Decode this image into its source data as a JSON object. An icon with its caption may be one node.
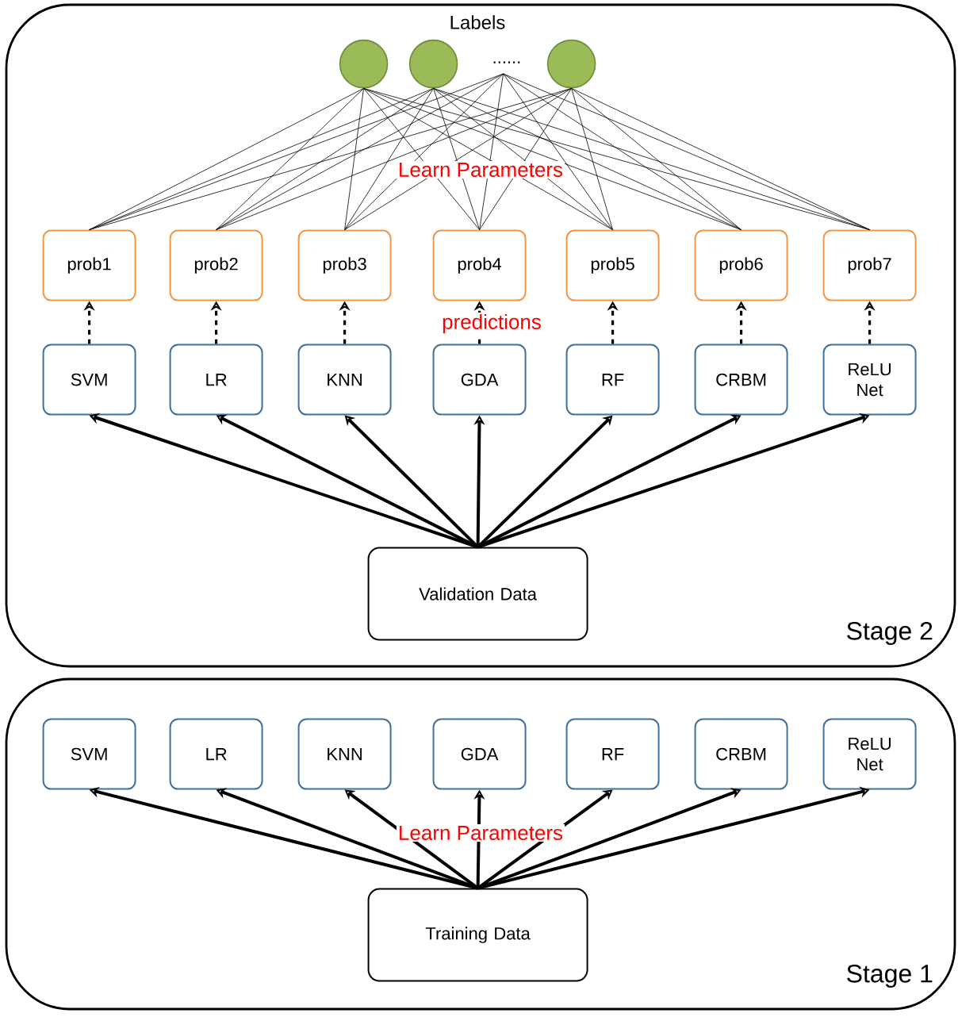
{
  "diagram": {
    "nodes": [
      {
        "text": [
          "Stage 2"
        ]
      },
      {
        "text": [],
        "shape": "circle",
        "in": 0
      },
      {
        "text": [],
        "shape": "circle",
        "in": 0
      },
      {
        "text": [
          "......"
        ],
        "in": 0
      },
      {
        "text": [],
        "shape": "circle",
        "in": 0
      },
      {
        "text": [
          "prob1"
        ],
        "in": 0
      },
      {
        "text": [
          "prob2"
        ],
        "in": 0
      },
      {
        "text": [
          "prob3"
        ],
        "in": 0
      },
      {
        "text": [
          "prob4"
        ],
        "in": 0
      },
      {
        "text": [
          "prob5"
        ],
        "in": 0
      },
      {
        "text": [
          "prob6"
        ],
        "in": 0
      },
      {
        "text": [
          "prob7"
        ],
        "in": 0
      },
      {
        "text": [
          "SVM"
        ],
        "in": 0
      },
      {
        "text": [
          "LR"
        ],
        "in": 0
      },
      {
        "text": [
          "KNN"
        ],
        "in": 0
      },
      {
        "text": [
          "GDA"
        ],
        "in": 0
      },
      {
        "text": [
          "RF"
        ],
        "in": 0
      },
      {
        "text": [
          "CRBM"
        ],
        "in": 0
      },
      {
        "text": [
          "ReLU Net"
        ],
        "in": 0
      },
      {
        "text": [
          "Validation Data"
        ],
        "in": 0
      },
      {
        "text": [
          "Stage 1"
        ]
      },
      {
        "text": [
          "SVM"
        ],
        "in": 20
      },
      {
        "text": [
          "LR"
        ],
        "in": 20
      },
      {
        "text": [
          "KNN"
        ],
        "in": 20
      },
      {
        "text": [
          "GDA"
        ],
        "in": 20
      },
      {
        "text": [
          "RF"
        ],
        "in": 20
      },
      {
        "text": [
          "CRBM"
        ],
        "in": 20
      },
      {
        "text": [
          "ReLU Net"
        ],
        "in": 20
      },
      {
        "text": [
          "Training Data"
        ],
        "in": 20
      }
    ],
    "edges": [
      {
        "from": 5,
        "to": 1,
        "arrow": "none"
      },
      {
        "from": 5,
        "to": 2,
        "arrow": "none"
      },
      {
        "from": 5,
        "to": 3,
        "arrow": "none"
      },
      {
        "from": 5,
        "to": 4,
        "arrow": "none"
      },
      {
        "from": 6,
        "to": 1,
        "arrow": "none"
      },
      {
        "from": 6,
        "to": 2,
        "arrow": "none"
      },
      {
        "from": 6,
        "to": 3,
        "arrow": "none"
      },
      {
        "from": 6,
        "to": 4,
        "arrow": "none"
      },
      {
        "from": 7,
        "to": 1,
        "arrow": "none"
      },
      {
        "from": 7,
        "to": 2,
        "arrow": "none"
      },
      {
        "from": 7,
        "to": 3,
        "arrow": "none"
      },
      {
        "from": 7,
        "to": 4,
        "arrow": "none"
      },
      {
        "from": 8,
        "to": 1,
        "arrow": "none"
      },
      {
        "from": 8,
        "to": 2,
        "arrow": "none"
      },
      {
        "from": 8,
        "to": 3,
        "arrow": "none"
      },
      {
        "from": 8,
        "to": 4,
        "arrow": "none"
      },
      {
        "from": 9,
        "to": 1,
        "arrow": "none"
      },
      {
        "from": 9,
        "to": 2,
        "arrow": "none"
      },
      {
        "from": 9,
        "to": 3,
        "arrow": "none"
      },
      {
        "from": 9,
        "to": 4,
        "arrow": "none"
      },
      {
        "from": 10,
        "to": 1,
        "arrow": "none"
      },
      {
        "from": 10,
        "to": 2,
        "arrow": "none"
      },
      {
        "from": 10,
        "to": 3,
        "arrow": "none"
      },
      {
        "from": 10,
        "to": 4,
        "arrow": "none"
      },
      {
        "from": 11,
        "to": 1,
        "arrow": "none"
      },
      {
        "from": 11,
        "to": 2,
        "arrow": "none"
      },
      {
        "from": 11,
        "to": 3,
        "arrow": "none"
      },
      {
        "from": 11,
        "to": 4,
        "arrow": "none"
      },
      {
        "from": 12,
        "to": 5,
        "arrow": "to",
        "style": "dashed"
      },
      {
        "from": 13,
        "to": 6,
        "arrow": "to",
        "style": "dashed"
      },
      {
        "from": 14,
        "to": 7,
        "arrow": "to",
        "style": "dashed"
      },
      {
        "from": 15,
        "to": 8,
        "arrow": "to",
        "style": "dashed"
      },
      {
        "from": 16,
        "to": 9,
        "arrow": "to",
        "style": "dashed"
      },
      {
        "from": 17,
        "to": 10,
        "arrow": "to",
        "style": "dashed"
      },
      {
        "from": 18,
        "to": 11,
        "arrow": "to",
        "style": "dashed"
      },
      {
        "from": 19,
        "to": 12,
        "arrow": "to",
        "style": "thick"
      },
      {
        "from": 19,
        "to": 13,
        "arrow": "to",
        "style": "thick"
      },
      {
        "from": 19,
        "to": 14,
        "arrow": "to",
        "style": "thick"
      },
      {
        "from": 19,
        "to": 15,
        "arrow": "to",
        "style": "thick"
      },
      {
        "from": 19,
        "to": 16,
        "arrow": "to",
        "style": "thick"
      },
      {
        "from": 19,
        "to": 17,
        "arrow": "to",
        "style": "thick"
      },
      {
        "from": 19,
        "to": 18,
        "arrow": "to",
        "style": "thick"
      },
      {
        "from": 28,
        "to": 21,
        "arrow": "to",
        "style": "thick"
      },
      {
        "from": 28,
        "to": 22,
        "arrow": "to",
        "style": "thick"
      },
      {
        "from": 28,
        "to": 23,
        "arrow": "to",
        "style": "thick"
      },
      {
        "from": 28,
        "to": 24,
        "arrow": "to",
        "style": "thick"
      },
      {
        "from": 28,
        "to": 25,
        "arrow": "to",
        "style": "thick"
      },
      {
        "from": 28,
        "to": 26,
        "arrow": "to",
        "style": "thick"
      },
      {
        "from": 28,
        "to": 27,
        "arrow": "to",
        "style": "thick"
      }
    ],
    "labels": [
      "Labels",
      "Learn Parameters",
      "predictions",
      "Learn Parameters"
    ]
  }
}
